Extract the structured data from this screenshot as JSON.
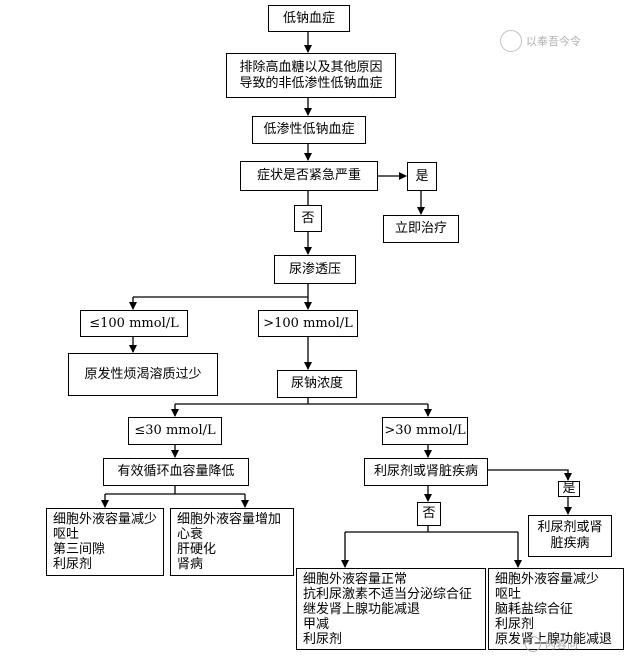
{
  "nodes": {
    "root": "低钠血症",
    "exclude": [
      "排除高血糖以及其他原因",
      "导致的非低渗性低钠血症"
    ],
    "hypo": "低渗性低钠血症",
    "urgent": "症状是否紧急严重",
    "yes1": "是",
    "treat": "立即治疗",
    "no1": "否",
    "uosm": "尿渗透压",
    "le100": "≤100 mmol/L",
    "gt100": ">100 mmol/L",
    "polydipsia": "原发性烦渴溶质过少",
    "una": "尿钠浓度",
    "le30": "≤30 mmol/L",
    "gt30": ">30 mmol/L",
    "ecv": "有效循环血容量降低",
    "diuretic": "利尿剂或肾脏疾病",
    "yes2": "是",
    "no2": "否",
    "diuretic_kidney": [
      "利尿剂或肾",
      "脏疾病"
    ],
    "ecf_down1": [
      "细胞外液容量减少",
      "呕吐",
      "第三间隙",
      "利尿剂"
    ],
    "ecf_up": [
      "细胞外液容量增加",
      "心衰",
      "肝硬化",
      "肾病"
    ],
    "ecf_normal": [
      "细胞外液容量正常",
      "抗利尿激素不适当分泌综合征",
      "继发肾上腺功能减退",
      "甲减",
      "利尿剂"
    ],
    "ecf_down2": [
      "细胞外液容量减少",
      "呕吐",
      "脑耗盐综合征",
      "利尿剂",
      "原发肾上腺功能减退"
    ]
  },
  "watermarks": {
    "top": "以奉吾今令",
    "bottom": "内容问"
  }
}
